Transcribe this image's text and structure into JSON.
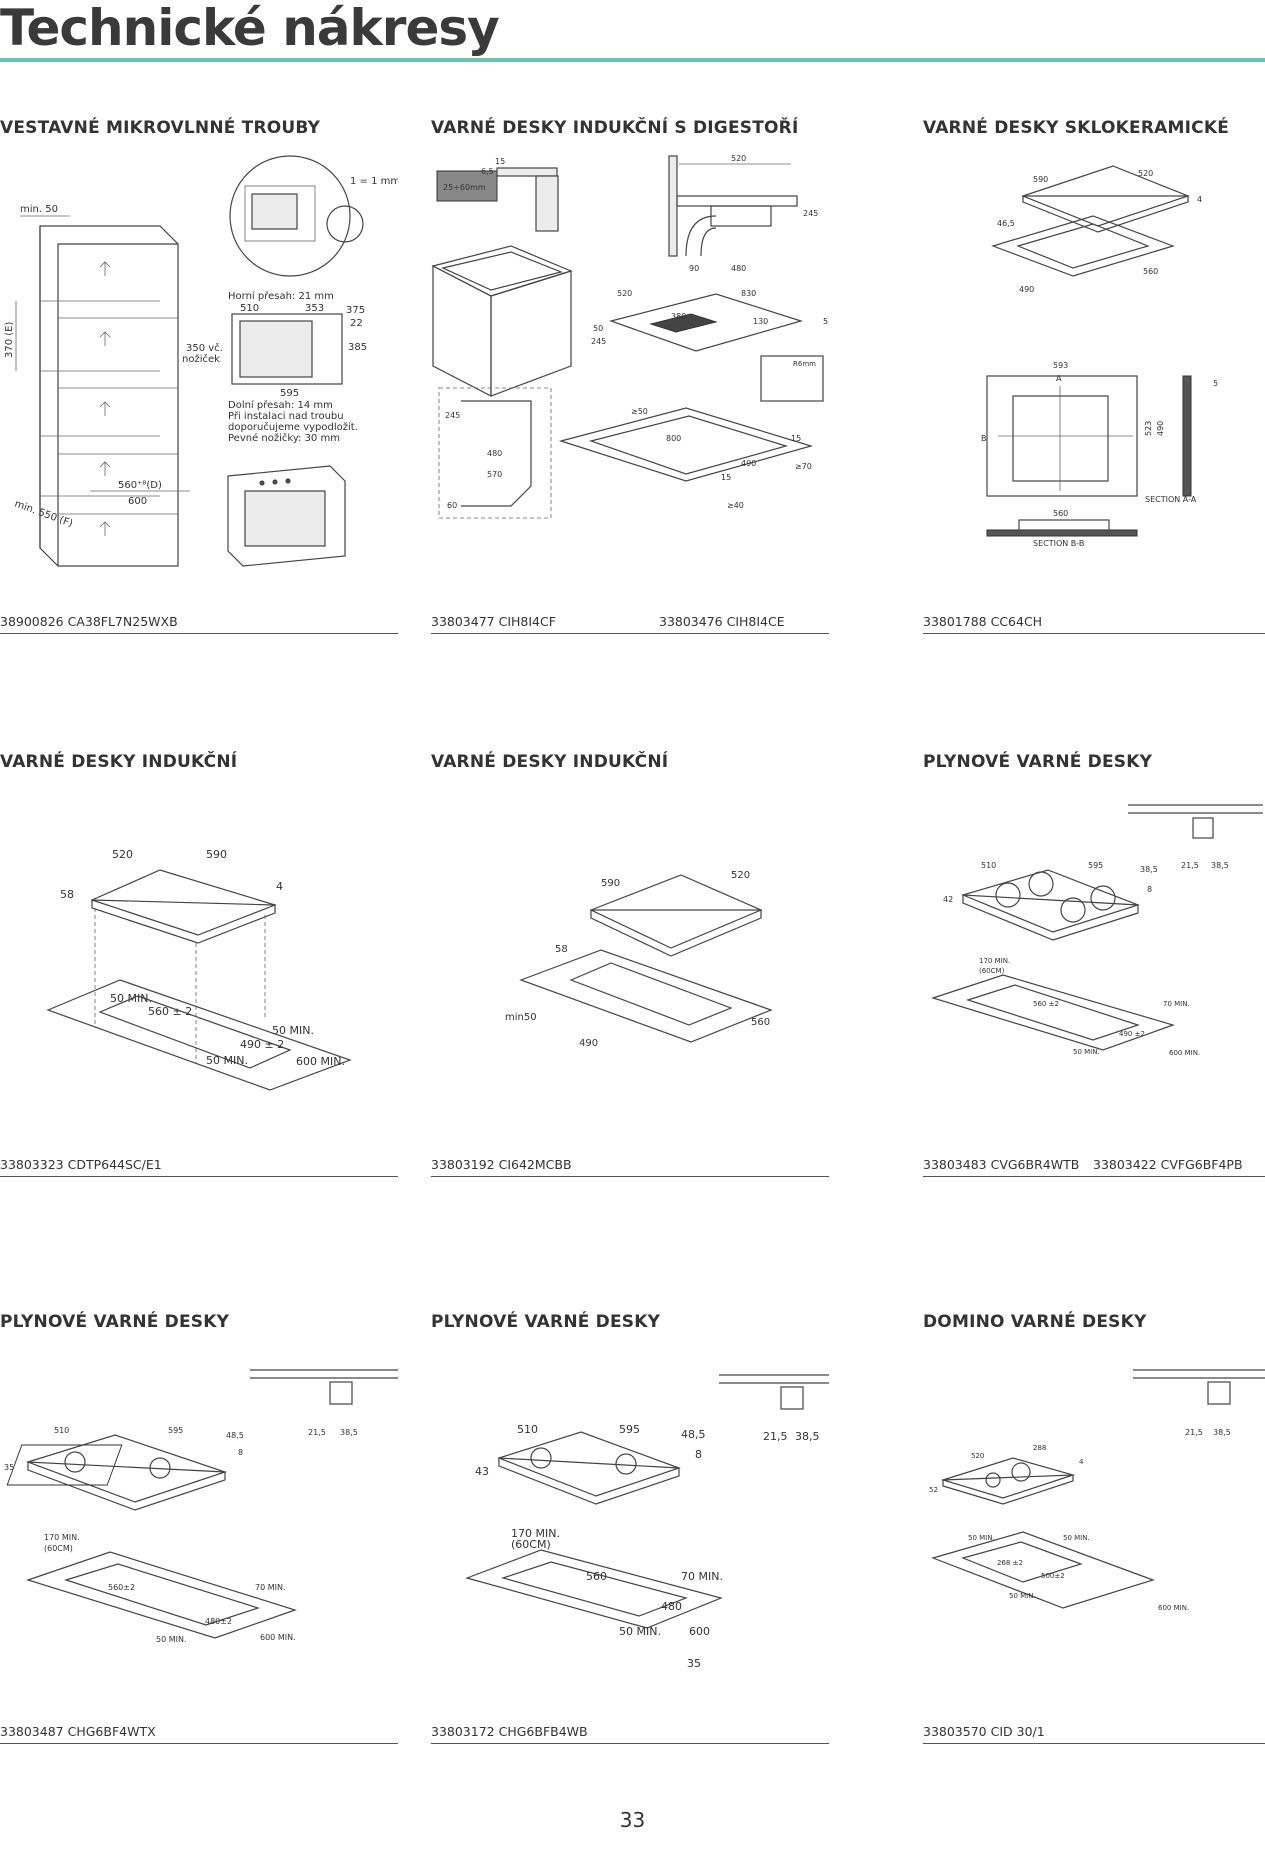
{
  "page": {
    "title": "Technické nákresy",
    "page_number": "33"
  },
  "sections": [
    {
      "heading": "VESTAVNÉ MIKROVLNNÉ TROUBY",
      "captions": [
        "38900826 CA38FL7N25WXB"
      ],
      "labels": {
        "scale": "1 = 1 mm",
        "min50": "min. 50",
        "h370": "370 (E)",
        "upper_gap": "Horní přesah: 21 mm",
        "w510": "510",
        "w353": "353",
        "w375": "375",
        "w22": "22",
        "h385": "385",
        "h350": "350 vč.",
        "legs": "nožiček",
        "w595": "595",
        "lower_gap": "Dolní přesah: 14 mm",
        "install_note": "Při instalaci nad troubu",
        "recommend": "doporučujeme vypodložit.",
        "fixed_legs": "Pevné nožičky: 30 mm",
        "d560": "560⁺⁸(D)",
        "d600": "600",
        "min550": "min. 550 (F)"
      }
    },
    {
      "heading": "VARNÉ DESKY INDUKČNÍ S DIGESTOŘÍ",
      "captions": [
        "33803477 CIH8I4CF",
        "33803476 CIH8I4CE"
      ],
      "labels": {
        "d15": "15",
        "d65": "6,5",
        "d25_60": "25÷60mm",
        "d520": "520",
        "d245": "245",
        "d90": "90",
        "d480": "480",
        "d830": "830",
        "d380": "380",
        "d130": "130",
        "d5": "5",
        "d50": "50",
        "d245b": "245",
        "d480b": "480",
        "d570": "570",
        "d60": "60",
        "d250": "≥50",
        "d800": "800",
        "d490": "490",
        "d15b": "15",
        "d15c": "15",
        "d70": "≥70",
        "d40": "≥40",
        "r6": "R6mm",
        "d520b": "520"
      }
    },
    {
      "heading": "VARNÉ DESKY SKLOKERAMICKÉ",
      "captions": [
        "33801788 CC64CH"
      ],
      "labels": {
        "d590": "590",
        "d520": "520",
        "d4": "4",
        "d465": "46,5",
        "d490": "490",
        "d560": "560",
        "d593": "593",
        "dA": "A",
        "dB": "B",
        "d560b": "560",
        "d490b": "490",
        "d523": "523",
        "d5": "5",
        "secAA": "SECTION  A-A",
        "secBB": "SECTION  B-B"
      }
    },
    {
      "heading": "VARNÉ DESKY INDUKČNÍ",
      "captions": [
        "33803323 CDTP644SC/E1"
      ],
      "labels": {
        "d520": "520",
        "d590": "590",
        "d58": "58",
        "d4": "4",
        "min50a": "50 MIN.",
        "d560": "560 ± 2",
        "min50b": "50 MIN.",
        "d490": "490 ± 2",
        "min50c": "50 MIN.",
        "min600": "600 MIN."
      }
    },
    {
      "heading": "VARNÉ DESKY INDUKČNÍ",
      "captions": [
        "33803192 CI642MCBB"
      ],
      "labels": {
        "d590": "590",
        "d520": "520",
        "d58": "58",
        "min50": "min50",
        "d490": "490",
        "d560": "560"
      }
    },
    {
      "heading": "PLYNOVÉ VARNÉ DESKY",
      "captions": [
        "33803483 CVG6BR4WTB",
        "33803422 CVFG6BF4PB"
      ],
      "labels": {
        "d215": "21,5",
        "d385": "38,5",
        "d510": "510",
        "d595": "595",
        "d385b": "38,5",
        "d42": "42",
        "d8": "8",
        "min170": "170 MIN.",
        "cm60": "(60CM)",
        "d560": "560 ±2",
        "min70": "70 MIN.",
        "d490": "490 ±2",
        "min50": "50 MIN.",
        "min600": "600 MIN."
      }
    },
    {
      "heading": "PLYNOVÉ VARNÉ DESKY",
      "captions": [
        "33803487 CHG6BF4WTX"
      ],
      "labels": {
        "d215": "21,5",
        "d385": "38,5",
        "d510": "510",
        "d595": "595",
        "d485": "48,5",
        "d35": "35",
        "d8": "8",
        "min170": "170 MIN.",
        "cm60": "(60CM)",
        "d560": "560±2",
        "min70": "70 MIN.",
        "d480": "480±2",
        "min50": "50 MIN.",
        "min600": "600 MIN."
      }
    },
    {
      "heading": "PLYNOVÉ VARNÉ DESKY",
      "captions": [
        "33803172 CHG6BFB4WB"
      ],
      "labels": {
        "d215": "21,5",
        "d385": "38,5",
        "d510": "510",
        "d595": "595",
        "d485": "48,5",
        "d43": "43",
        "d8": "8",
        "min170": "170 MIN.",
        "cm60": "(60CM)",
        "d560": "560",
        "min70": "70 MIN.",
        "d480": "480",
        "min50": "50 MIN.",
        "d600": "600",
        "d35": "35"
      }
    },
    {
      "heading": "DOMINO VARNÉ DESKY",
      "captions": [
        "33803570 CID 30/1"
      ],
      "labels": {
        "d215": "21,5",
        "d385": "38,5",
        "d520": "520",
        "d288": "288",
        "d4": "4",
        "d52": "52",
        "min50a": "50 MIN.",
        "min50b": "50 MIN.",
        "d268": "268 ±2",
        "d500": "500±2",
        "min50c": "50 MIN.",
        "min600": "600 MIN."
      }
    }
  ]
}
